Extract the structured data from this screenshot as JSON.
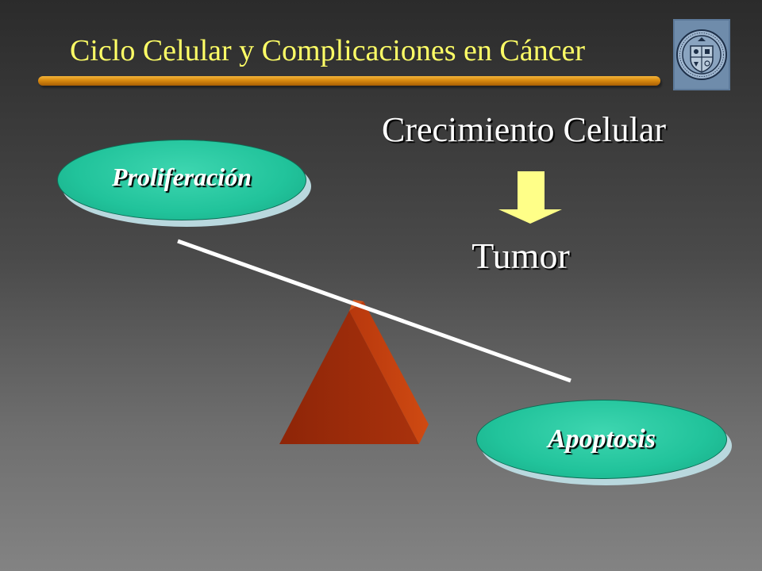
{
  "slide": {
    "title": "Ciclo Celular y Complicaciones en Cáncer",
    "logo": {
      "icon": "university-seal-icon",
      "colors": {
        "frame": "#5d7a9a",
        "seal": "#8aa4c0",
        "ink": "#1d2f48"
      }
    }
  },
  "diagram": {
    "heading": "Crecimiento Celular",
    "arrow": {
      "icon": "down-arrow-icon",
      "color": "#ffff88"
    },
    "result": "Tumor",
    "left_pan": "Proliferación",
    "right_pan": "Apoptosis",
    "colors": {
      "pan": "#21c39b",
      "fulcrum": "#a32e0c",
      "beam": "#ffffff",
      "title": "#ffff66"
    }
  }
}
